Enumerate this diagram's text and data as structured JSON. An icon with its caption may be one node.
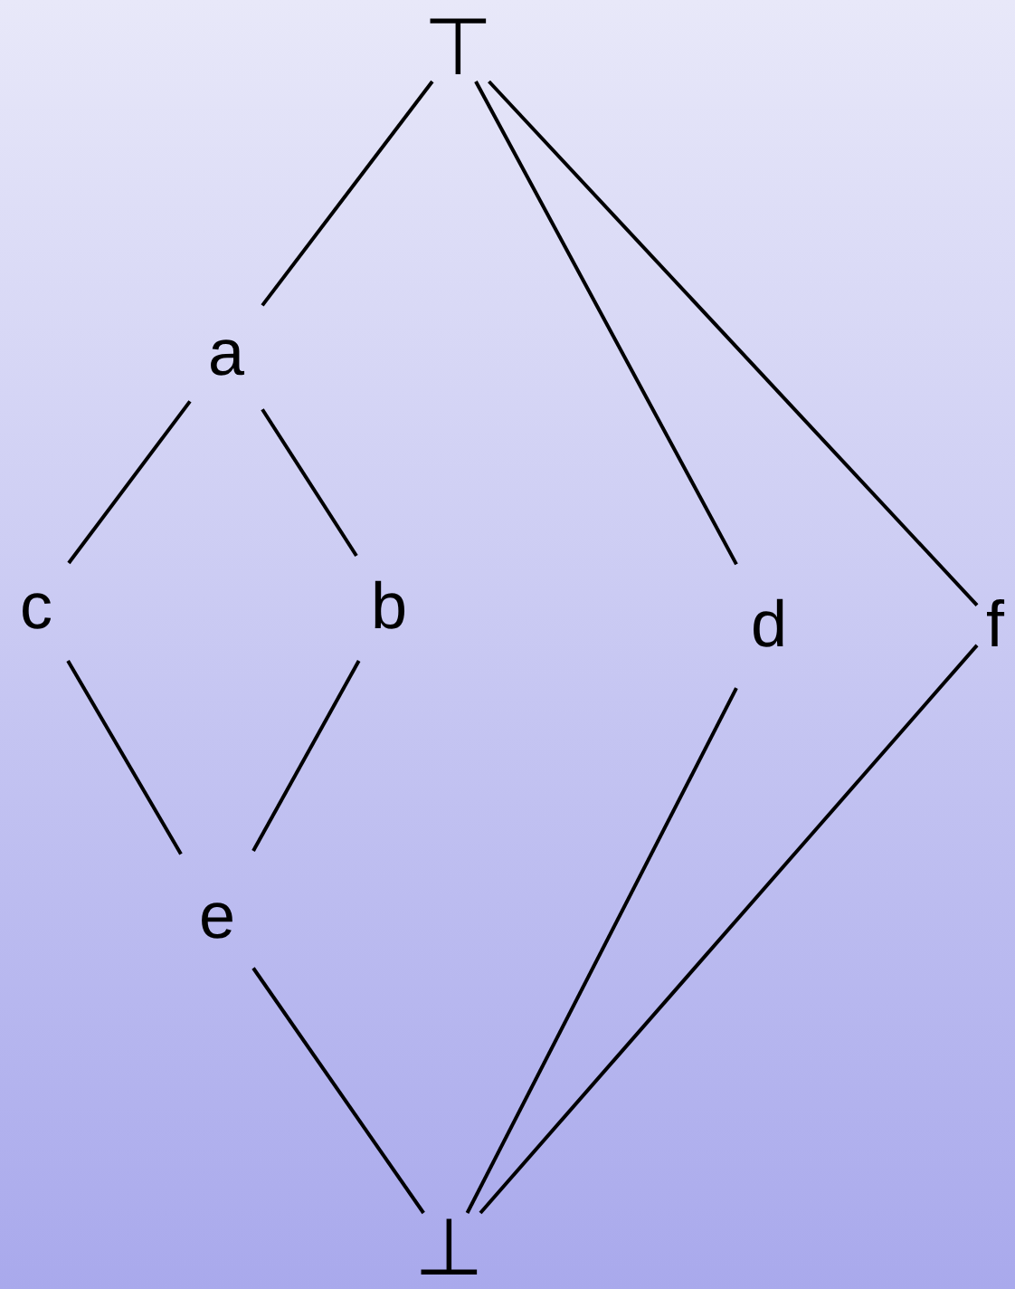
{
  "diagram": {
    "nodes": [
      {
        "text": [
          "⊤"
        ]
      },
      {
        "text": [
          "a"
        ]
      },
      {
        "text": [
          "c"
        ]
      },
      {
        "text": [
          "b"
        ]
      },
      {
        "text": [
          "d"
        ]
      },
      {
        "text": [
          "f"
        ]
      },
      {
        "text": [
          "e"
        ]
      },
      {
        "text": [
          "⊥"
        ]
      }
    ],
    "edges": [
      {
        "from": 0,
        "to": 1,
        "arrow": "none"
      },
      {
        "from": 0,
        "to": 4,
        "arrow": "none"
      },
      {
        "from": 0,
        "to": 5,
        "arrow": "none"
      },
      {
        "from": 1,
        "to": 2,
        "arrow": "none"
      },
      {
        "from": 1,
        "to": 3,
        "arrow": "none"
      },
      {
        "from": 2,
        "to": 6,
        "arrow": "none"
      },
      {
        "from": 3,
        "to": 6,
        "arrow": "none"
      },
      {
        "from": 6,
        "to": 7,
        "arrow": "none"
      },
      {
        "from": 4,
        "to": 7,
        "arrow": "none"
      },
      {
        "from": 5,
        "to": 7,
        "arrow": "none"
      }
    ]
  }
}
